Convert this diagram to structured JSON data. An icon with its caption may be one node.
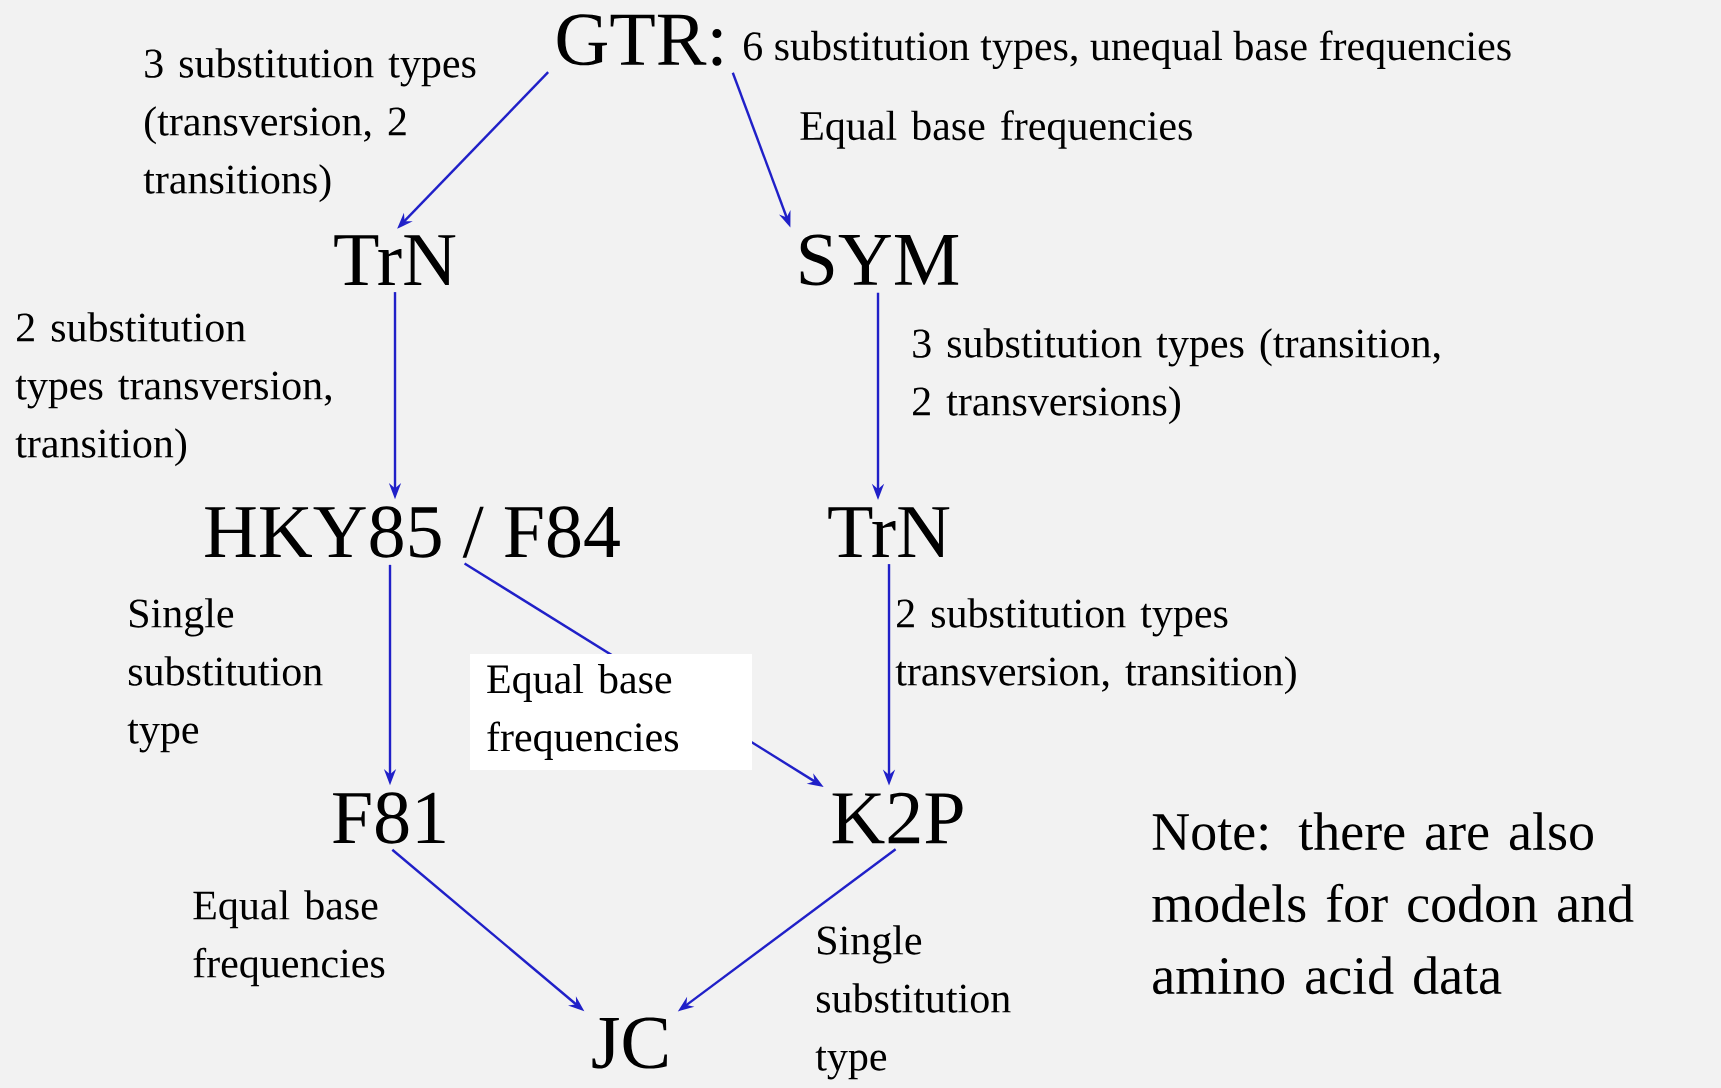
{
  "diagram": {
    "nodes": [
      {
        "text": [
          "GTR:"
        ],
        "beside": [
          "6 substitution types, unequal base frequencies"
        ]
      },
      {
        "text": [
          "TrN"
        ]
      },
      {
        "text": [
          "SYM"
        ]
      },
      {
        "text": [
          "HKY85 / F84"
        ]
      },
      {
        "text": [
          "TrN"
        ]
      },
      {
        "text": [
          "F81"
        ]
      },
      {
        "text": [
          "K2P"
        ]
      },
      {
        "text": [
          "JC"
        ]
      }
    ],
    "edges": [
      {
        "from": 0,
        "to": 1,
        "arrow": "to",
        "label": "3 substitution types (transversion, 2 transitions)"
      },
      {
        "from": 0,
        "to": 2,
        "arrow": "to",
        "label": "Equal base frequencies"
      },
      {
        "from": 1,
        "to": 3,
        "arrow": "to",
        "label": "2 substitution types transversion, transition)"
      },
      {
        "from": 2,
        "to": 4,
        "arrow": "to",
        "label": "3 substitution types (transition, 2 transversions)"
      },
      {
        "from": 3,
        "to": 5,
        "arrow": "to",
        "label": "Single substitution type"
      },
      {
        "from": 3,
        "to": 6,
        "arrow": "to",
        "label": "Equal base frequencies"
      },
      {
        "from": 4,
        "to": 6,
        "arrow": "to",
        "label": "2 substitution types transversion, transition)"
      },
      {
        "from": 5,
        "to": 7,
        "arrow": "to",
        "label": "Equal base frequencies"
      },
      {
        "from": 6,
        "to": 7,
        "arrow": "to",
        "label": "Single substitution type"
      }
    ],
    "labels": [
      "Note: there are also models for codon and amino acid data"
    ]
  }
}
